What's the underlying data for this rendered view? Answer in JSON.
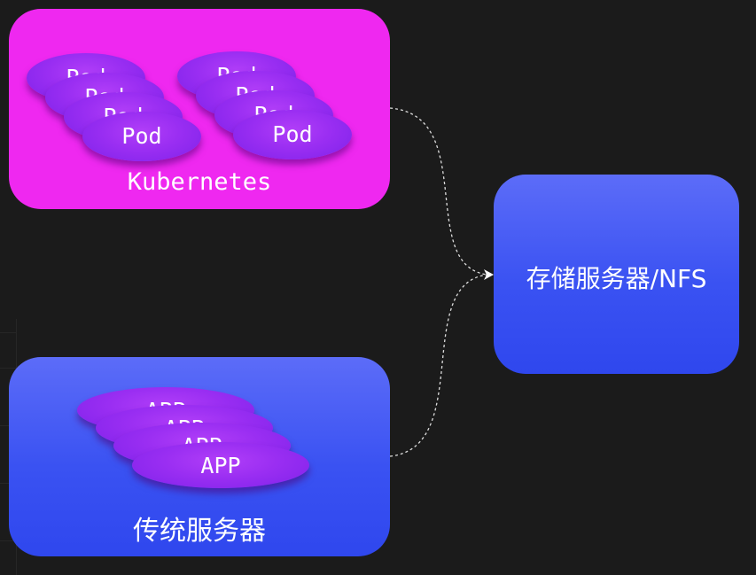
{
  "kubernetes": {
    "label": "Kubernetes",
    "pod_label": "Pod"
  },
  "legacy_server": {
    "label": "传统服务器",
    "app_label": "APP"
  },
  "storage": {
    "label": "存储服务器/NFS"
  },
  "colors": {
    "background": "#1b1b1b",
    "kubernetes_box": "#ef28f0",
    "server_box": "#3a52f2",
    "ellipse": "#9a2ef2",
    "connector": "#dddddd"
  }
}
